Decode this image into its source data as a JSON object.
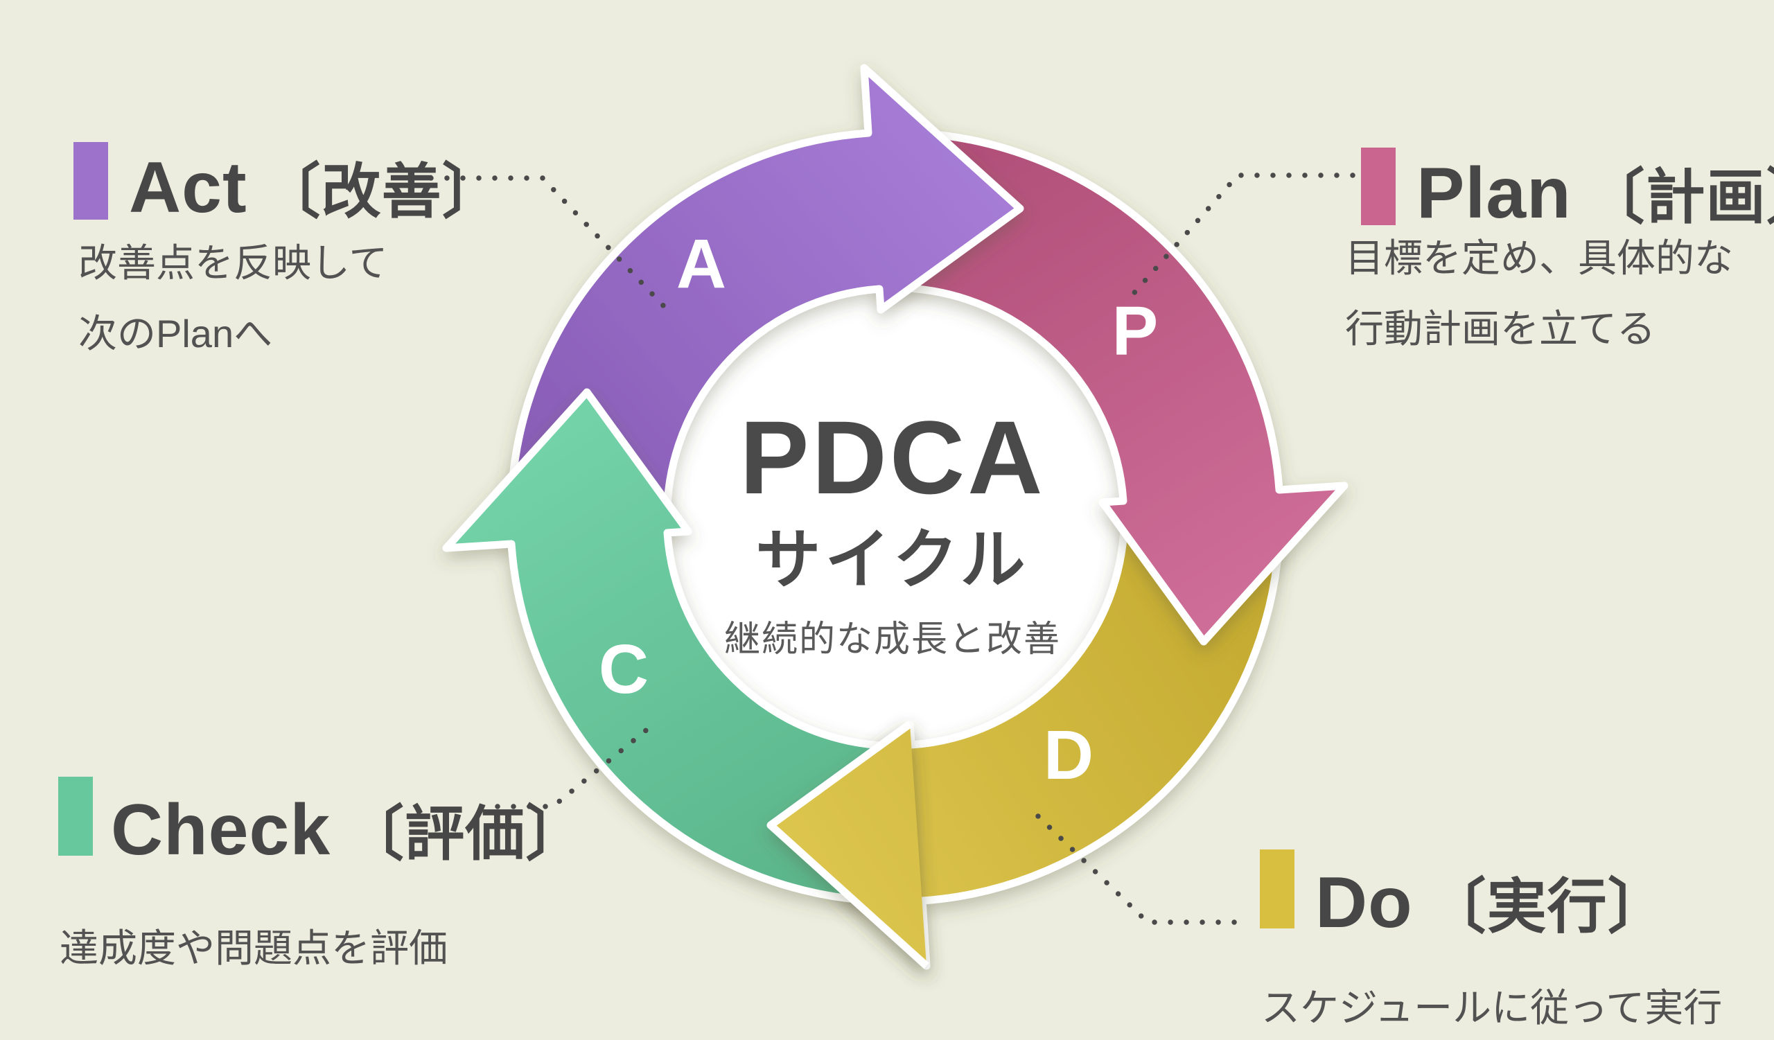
{
  "diagram_title": "PDCA",
  "center": {
    "title": "PDCA",
    "subtitle": "サイクル",
    "tagline": "継続的な成長と改善"
  },
  "colors": {
    "background": "#ecedde",
    "title_text": "#474747",
    "desc_text": "#525252",
    "connector_dots": "#4a4a4a",
    "outline_white": "#ffffff"
  },
  "segments": {
    "act": {
      "letter": "A",
      "name": "Act",
      "bracket": "〔改善〕",
      "desc_line1": "改善点を反映して",
      "desc_line2": "次のPlanへ",
      "color": "#9c72cb"
    },
    "plan": {
      "letter": "P",
      "name": "Plan",
      "bracket": "〔計画〕",
      "desc_line1": "目標を定め、具体的な",
      "desc_line2": "行動計画を立てる",
      "color": "#ca6590"
    },
    "do": {
      "letter": "D",
      "name": "Do",
      "bracket": "〔実行〕",
      "desc_line1": "スケジュールに従って実行",
      "desc_line2": "",
      "color": "#d9bf3f"
    },
    "check": {
      "letter": "C",
      "name": "Check",
      "bracket": "〔評価〕",
      "desc_line1": "達成度や問題点を評価",
      "desc_line2": "",
      "color": "#66c89c"
    }
  }
}
